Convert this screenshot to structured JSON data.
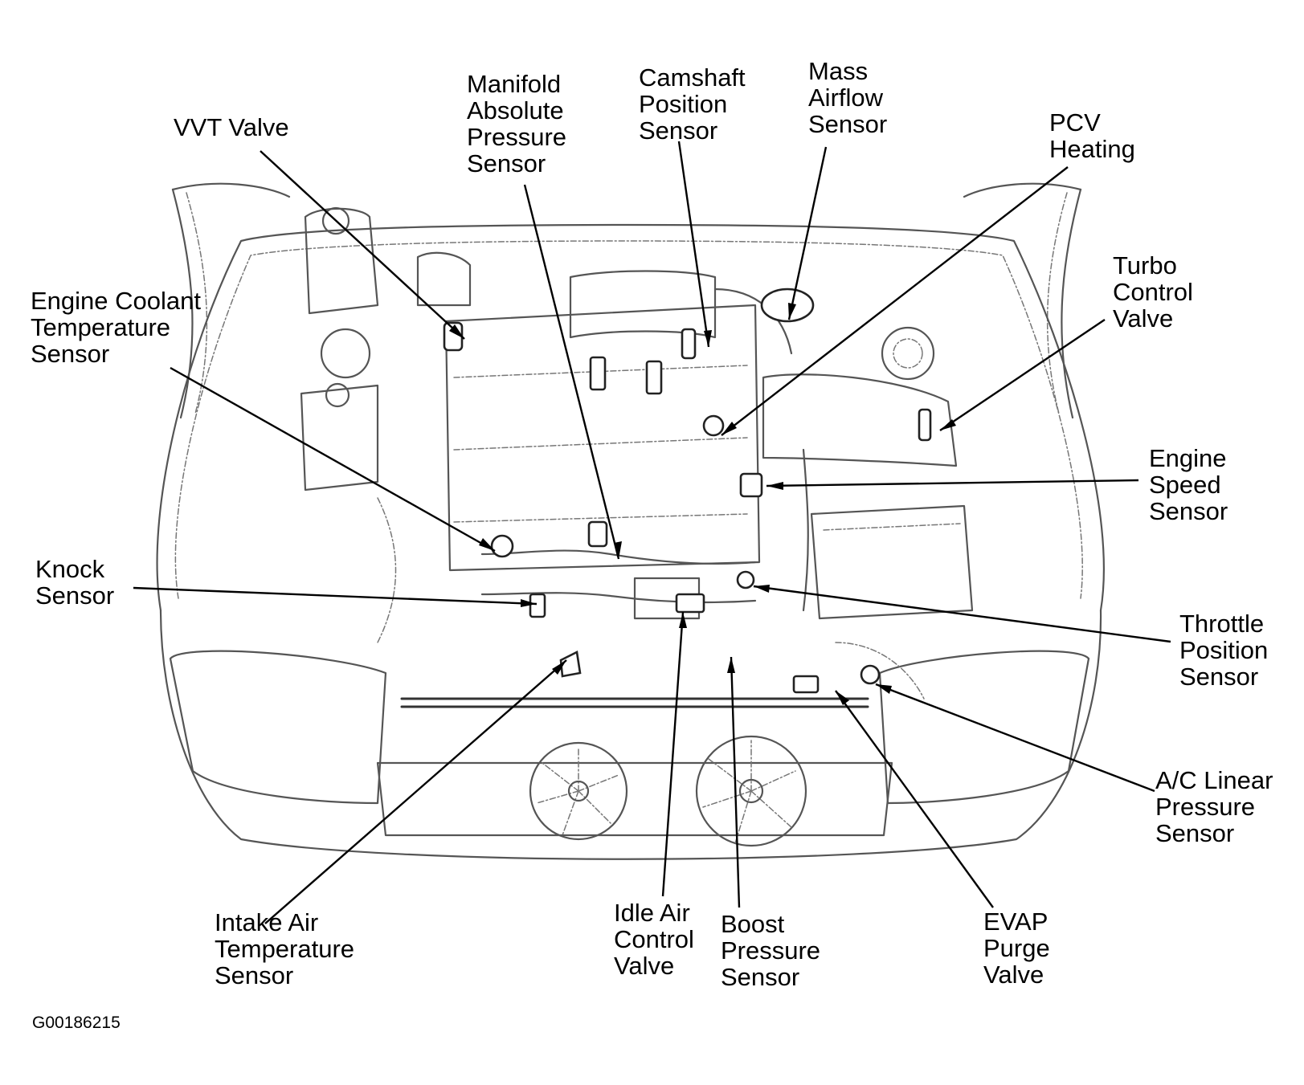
{
  "figure_id": "G00186215",
  "components": [
    {
      "key": "vvt_valve",
      "lines": [
        "VVT Valve"
      ]
    },
    {
      "key": "map_sensor",
      "lines": [
        "Manifold",
        "Absolute",
        "Pressure",
        "Sensor"
      ]
    },
    {
      "key": "camshaft_sensor",
      "lines": [
        "Camshaft",
        "Position",
        "Sensor"
      ]
    },
    {
      "key": "maf_sensor",
      "lines": [
        "Mass",
        "Airflow",
        "Sensor"
      ]
    },
    {
      "key": "pcv_heating",
      "lines": [
        "PCV",
        "Heating"
      ]
    },
    {
      "key": "turbo_valve",
      "lines": [
        "Turbo",
        "Control",
        "Valve"
      ]
    },
    {
      "key": "ect_sensor",
      "lines": [
        "Engine Coolant",
        "Temperature",
        "Sensor"
      ]
    },
    {
      "key": "engine_speed_sensor",
      "lines": [
        "Engine",
        "Speed",
        "Sensor"
      ]
    },
    {
      "key": "knock_sensor",
      "lines": [
        "Knock",
        "Sensor"
      ]
    },
    {
      "key": "tps",
      "lines": [
        "Throttle",
        "Position",
        "Sensor"
      ]
    },
    {
      "key": "ac_sensor",
      "lines": [
        "A/C Linear",
        "Pressure",
        "Sensor"
      ]
    },
    {
      "key": "iat_sensor",
      "lines": [
        "Intake Air",
        "Temperature",
        "Sensor"
      ]
    },
    {
      "key": "iac_valve",
      "lines": [
        "Idle Air",
        "Control",
        "Valve"
      ]
    },
    {
      "key": "boost_sensor",
      "lines": [
        "Boost",
        "Pressure",
        "Sensor"
      ]
    },
    {
      "key": "evap_valve",
      "lines": [
        "EVAP",
        "Purge",
        "Valve"
      ]
    }
  ]
}
